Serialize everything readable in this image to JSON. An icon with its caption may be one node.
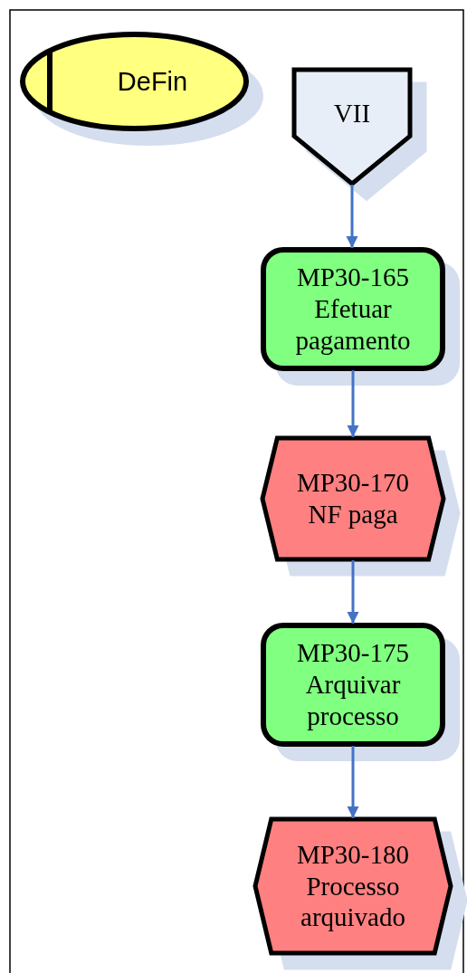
{
  "diagram": {
    "nodes": [
      {
        "text": [
          "DeFin"
        ]
      },
      {
        "text": [
          "VII"
        ]
      },
      {
        "text": [
          "MP30-165",
          "Efetuar pagamento"
        ]
      },
      {
        "text": [
          "MP30-170",
          "NF paga"
        ]
      },
      {
        "text": [
          "MP30-175",
          "Arquivar processo"
        ]
      },
      {
        "text": [
          "MP30-180",
          "Processo arquivado"
        ]
      }
    ],
    "edges": [
      {
        "from": 1,
        "to": 2,
        "arrow": "to"
      },
      {
        "from": 2,
        "to": 3,
        "arrow": "to"
      },
      {
        "from": 3,
        "to": 4,
        "arrow": "to"
      },
      {
        "from": 4,
        "to": 5,
        "arrow": "to"
      }
    ]
  }
}
